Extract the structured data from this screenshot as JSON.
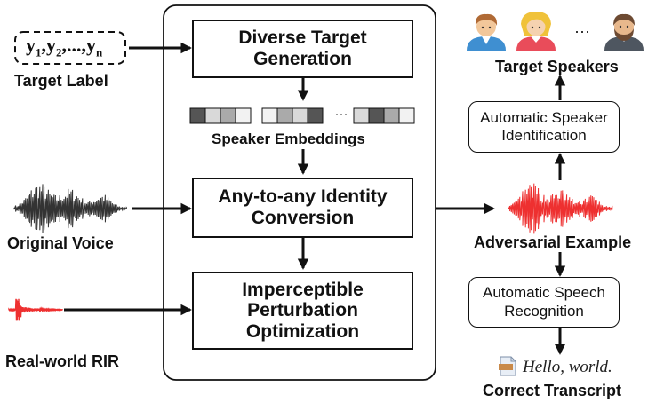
{
  "target_label": {
    "first_symbol": "y",
    "first_index": "1",
    "separator_1": ",",
    "second_symbol": "y",
    "second_index": "2",
    "ellipsis": ",...,",
    "last_symbol": "y",
    "last_index": "n",
    "caption": "Target Label"
  },
  "stages": [
    "Diverse Target\nGeneration",
    "Any-to-any Identity\nConversion",
    "Imperceptible\nPerturbation\nOptimization"
  ],
  "embeddings": {
    "caption": "Speaker Embeddings",
    "separator": "···",
    "groups": [
      [
        "#555555",
        "#d9d9d9",
        "#aaaaaa",
        "#f2f2f2"
      ],
      [
        "#f2f2f2",
        "#aaaaaa",
        "#d9d9d9",
        "#555555"
      ],
      [
        "#d9d9d9",
        "#555555",
        "#aaaaaa",
        "#f2f2f2"
      ]
    ]
  },
  "inputs": {
    "original_voice": "Original Voice",
    "rir": "Real-world RIR"
  },
  "target_speakers": {
    "caption": "Target Speakers",
    "ellipsis": "···"
  },
  "systems": {
    "speaker_identification": "Automatic Speaker\nIdentification",
    "speech_recognition": "Automatic Speech\nRecognition"
  },
  "adversarial": {
    "caption": "Adversarial Example"
  },
  "transcript": {
    "text": "Hello, world.",
    "caption": "Correct Transcript"
  },
  "colors": {
    "stroke": "#111111",
    "original_wave": "#333333",
    "adversarial_wave": "#ee3030",
    "rir_wave": "#ee3030"
  }
}
